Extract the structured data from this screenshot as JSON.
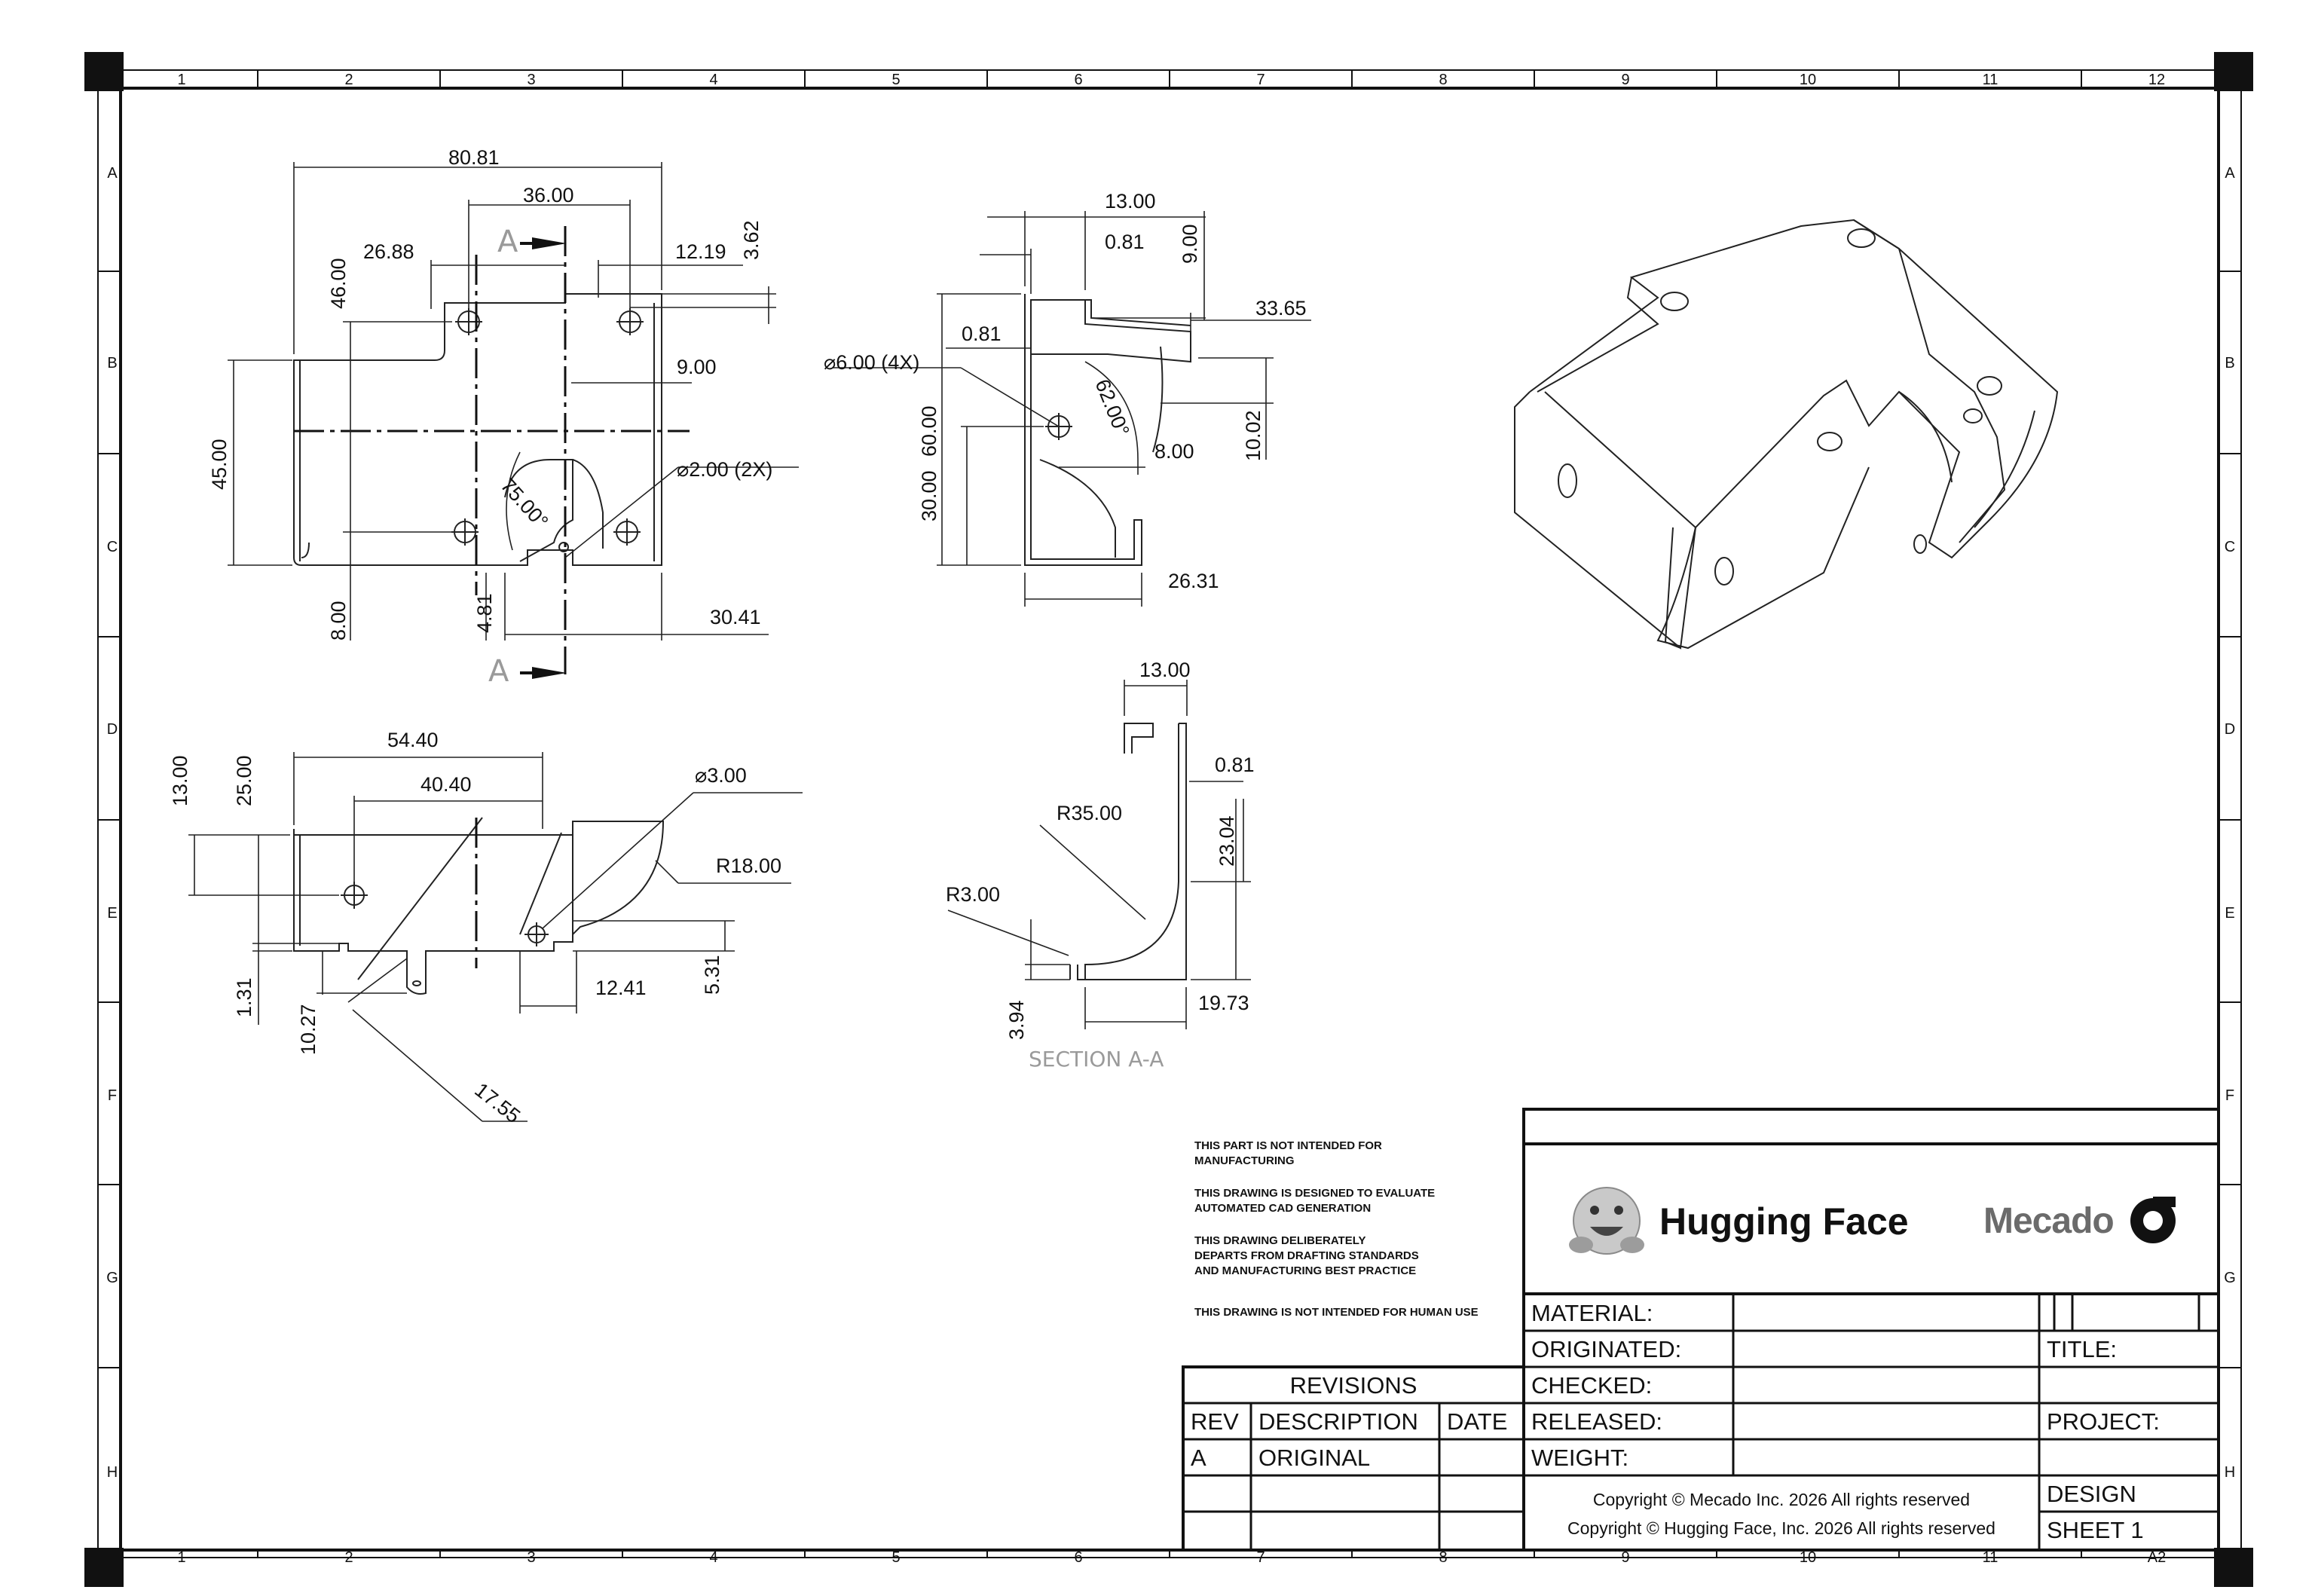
{
  "zones": {
    "columns": [
      "1",
      "2",
      "3",
      "4",
      "5",
      "6",
      "7",
      "8",
      "9",
      "10",
      "11",
      "12"
    ],
    "rows": [
      "A",
      "B",
      "C",
      "D",
      "E",
      "F",
      "G",
      "H"
    ]
  },
  "views": {
    "front": {
      "dims": [
        "80.81",
        "36.00",
        "26.88",
        "12.19",
        "3.62",
        "46.00",
        "9.00",
        "45.00",
        "⌀2.00  (2X)",
        "75.00°",
        "8.00",
        "4.81",
        "30.41"
      ],
      "section_marks": [
        "A",
        "A"
      ]
    },
    "side": {
      "dims": [
        "13.00",
        "0.81",
        "9.00",
        "33.65",
        "0.81",
        "⌀6.00  (4X)",
        "62.00°",
        "10.02",
        "30.00",
        "60.00",
        "8.00",
        "26.31"
      ]
    },
    "bottom": {
      "dims": [
        "54.40",
        "40.40",
        "13.00",
        "25.00",
        "⌀3.00",
        "R18.00",
        "1.31",
        "10.27",
        "12.41",
        "5.31",
        "17.55"
      ]
    },
    "section": {
      "label": "SECTION A-A",
      "dims": [
        "13.00",
        "0.81",
        "R35.00",
        "23.04",
        "R3.00",
        "3.94",
        "19.73"
      ]
    }
  },
  "notes": [
    "THIS PART IS NOT INTENDED FOR",
    "MANUFACTURING",
    "THIS DRAWING IS DESIGNED TO EVALUATE",
    "AUTOMATED CAD GENERATION",
    "THIS DRAWING DELIBERATELY",
    "DEPARTS FROM DRAFTING STANDARDS",
    "AND MANUFACTURING BEST PRACTICE",
    "THIS DRAWING IS NOT INTENDED FOR HUMAN USE"
  ],
  "title_block": {
    "logos": {
      "hugging_face": "Hugging Face",
      "mecado": "Mecado"
    },
    "fields": {
      "material": "MATERIAL:",
      "originated": "ORIGINATED:",
      "checked": "CHECKED:",
      "released": "RELEASED:",
      "weight": "WEIGHT:",
      "title": "TITLE:",
      "project": "PROJECT:",
      "design": "DESIGN",
      "sheet": "SHEET 1",
      "size": "A2"
    },
    "copyright": [
      "Copyright © Mecado Inc. 2026 All rights reserved",
      "Copyright © Hugging Face, Inc. 2026 All rights reserved"
    ],
    "revisions": {
      "heading": "REVISIONS",
      "columns": [
        "REV",
        "DESCRIPTION",
        "DATE"
      ],
      "rows": [
        [
          "A",
          "ORIGINAL",
          ""
        ]
      ]
    }
  },
  "colors": {
    "line": "#111111",
    "section_text": "#9a9a9a",
    "logo_grey": "#6b6b6b"
  }
}
